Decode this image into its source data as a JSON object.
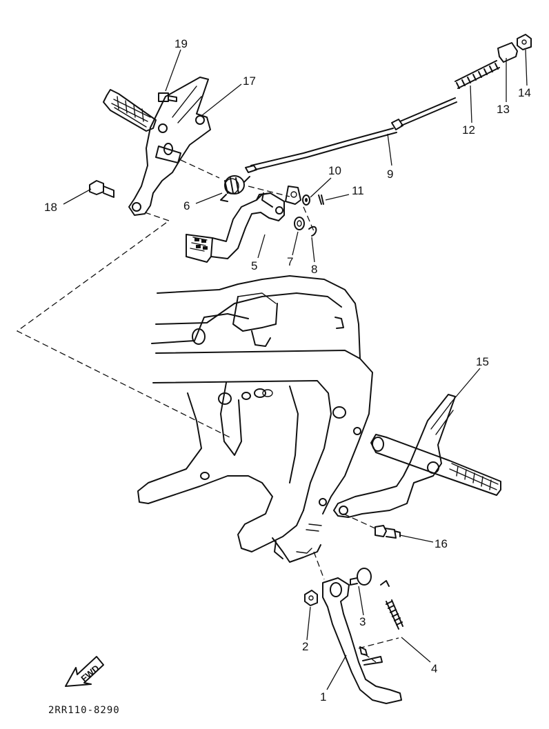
{
  "labels": {
    "p1": "1",
    "p2": "2",
    "p3": "3",
    "p4": "4",
    "p5": "5",
    "p6": "6",
    "p7": "7",
    "p8": "8",
    "p9": "9",
    "p10": "10",
    "p11": "11",
    "p12": "12",
    "p13": "13",
    "p14": "14",
    "p15": "15",
    "p16": "16",
    "p17": "17",
    "p18": "18",
    "p19": "19"
  },
  "fwd": "FWD",
  "code": "2RR110-8290"
}
